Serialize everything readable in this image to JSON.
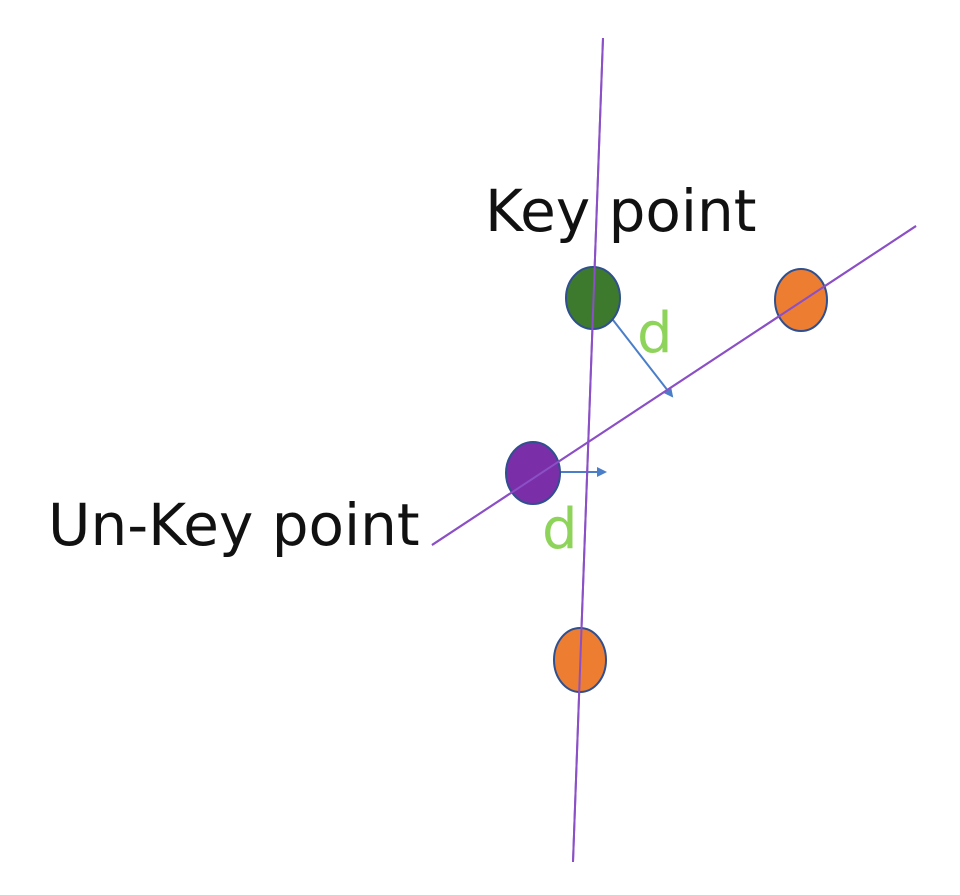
{
  "labels": {
    "key_point": "Key point",
    "unkey_point": "Un-Key point",
    "distance_upper": "d",
    "distance_lower": "d"
  },
  "colors": {
    "line": "#8B4FC6",
    "key_point_fill": "#3E7A2E",
    "unkey_point_fill": "#7A2FA8",
    "endpoint_fill": "#ED7D31",
    "node_stroke": "#2F4F8F",
    "arrow": "#4A7EC9",
    "distance_label": "#8ED45A",
    "text": "#111111"
  }
}
